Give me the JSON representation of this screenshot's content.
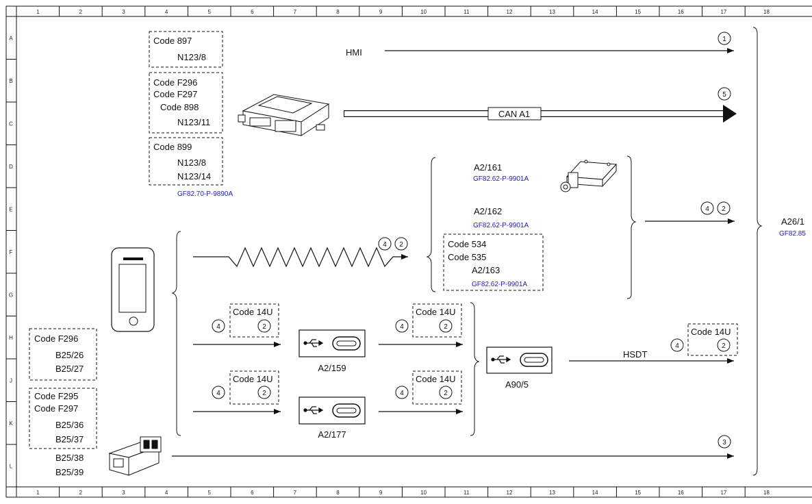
{
  "grid": {
    "columns": [
      "1",
      "2",
      "3",
      "4",
      "5",
      "6",
      "7",
      "8",
      "9",
      "10",
      "11",
      "12",
      "13",
      "14",
      "15",
      "16",
      "17",
      "18"
    ],
    "rows": [
      "A",
      "B",
      "C",
      "D",
      "E",
      "F",
      "G",
      "H",
      "J",
      "K",
      "L"
    ]
  },
  "signals": {
    "hmi": "HMI",
    "can": "CAN A1",
    "hsdt": "HSDT"
  },
  "badges": {
    "one": "1",
    "two": "2",
    "three": "3",
    "four": "4",
    "five": "5"
  },
  "code_boxes": {
    "top1": [
      "Code 897",
      "N123/8"
    ],
    "top2": [
      "Code F296",
      "Code F297",
      "Code 898",
      "N123/11"
    ],
    "top3": [
      "Code 899",
      "N123/8",
      "N123/14"
    ],
    "top_ref": "GF82.70-P-9890A",
    "left1": [
      "Code F296",
      "B25/26",
      "B25/27"
    ],
    "left2": [
      "Code F295",
      "Code F297",
      "B25/36",
      "B25/37",
      "B25/38",
      "B25/39"
    ],
    "mid": [
      "Code 534",
      "Code 535",
      "A2/163"
    ],
    "code14u": "Code 14U"
  },
  "components": {
    "a2_161": "A2/161",
    "a2_162": "A2/162",
    "a2_159": "A2/159",
    "a2_177": "A2/177",
    "a90_5": "A90/5",
    "a26": "A26/1",
    "gf_a26": "GF82.85",
    "gf_ref": "GF82.62-P-9901A"
  }
}
